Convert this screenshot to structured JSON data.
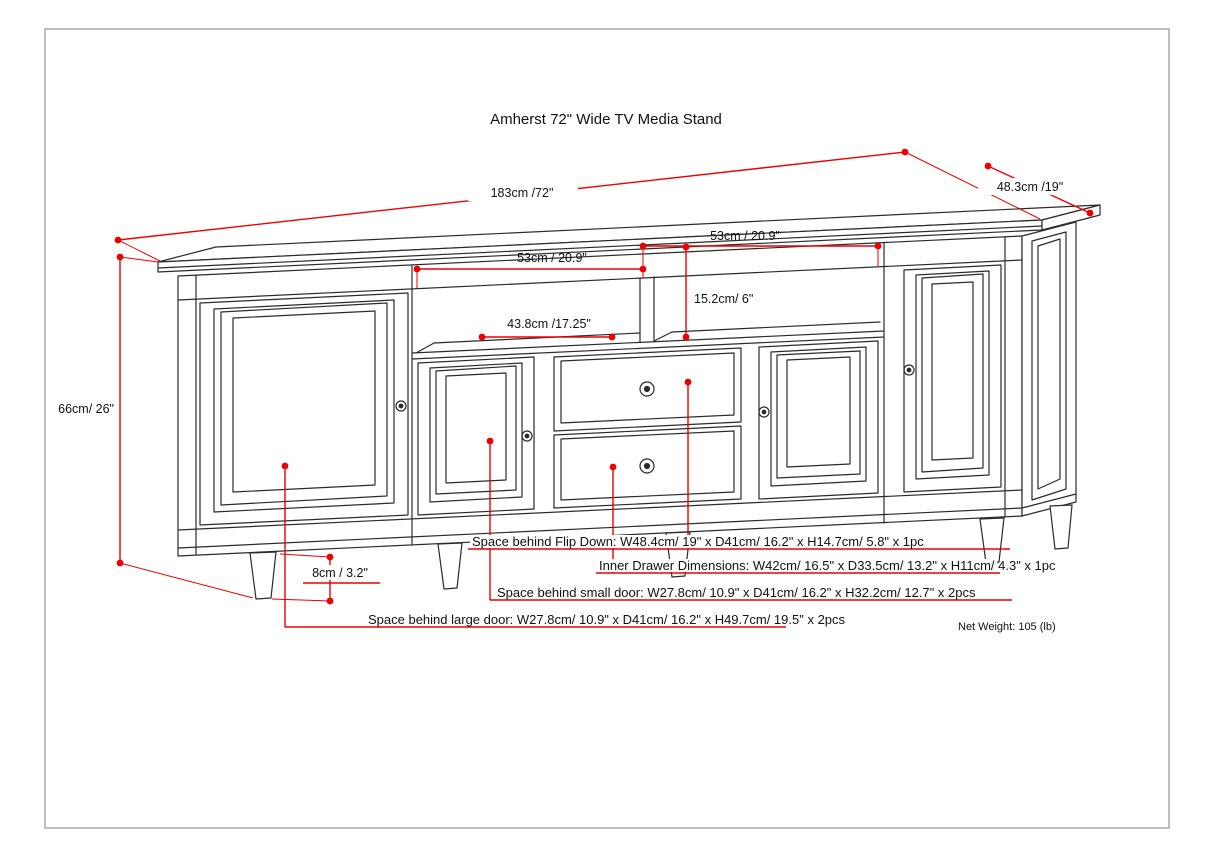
{
  "title": "Amherst 72\" Wide TV Media Stand",
  "dimensions": {
    "overall_width": "183cm /72\"",
    "overall_depth": "48.3cm /19\"",
    "overall_height": "66cm/ 26\"",
    "left_shelf_width": "53cm / 20.9\"",
    "right_shelf_width": "53cm / 20.9\"",
    "shelf_opening_height": "15.2cm/ 6\"",
    "shelf_depth": "43.8cm /17.25\"",
    "leg_height": "8cm / 3.2\""
  },
  "annotations": {
    "flip_down": "Space behind Flip Down: W48.4cm/ 19\" x D41cm/ 16.2\" x H14.7cm/ 5.8\" x 1pc",
    "inner_drawer": "Inner Drawer Dimensions: W42cm/ 16.5\" x D33.5cm/ 13.2\" x H11cm/ 4.3\" x 1pc",
    "small_door": "Space behind small door: W27.8cm/ 10.9\" x D41cm/ 16.2\" x H32.2cm/ 12.7\" x 2pcs",
    "large_door": "Space behind large door: W27.8cm/ 10.9\" x D41cm/ 16.2\" x H49.7cm/ 19.5\" x 2pcs"
  },
  "net_weight": "Net Weight: 105 (lb)",
  "colors": {
    "dimension_line": "#ee0000",
    "drawing_line": "#2b2b2b",
    "border": "#a8a8a8"
  }
}
